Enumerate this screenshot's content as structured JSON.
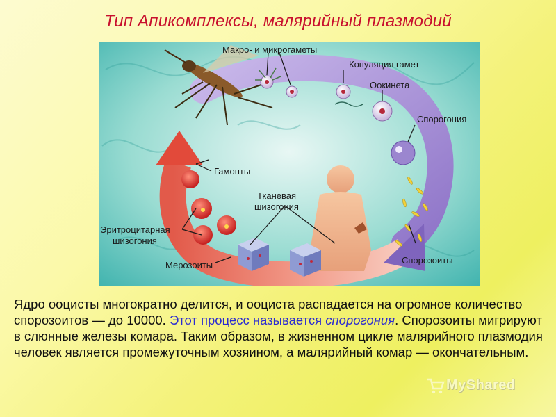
{
  "slide": {
    "title": "Тип Апикомплексы, малярийный плазмодий"
  },
  "figure": {
    "labels": {
      "gametes": "Макро- и микрогаметы",
      "copulation": "Копуляция гамет",
      "ookinete": "Оокинета",
      "sporogony": "Спорогония",
      "gamonts": "Гамонты",
      "tissue_1": "Тканевая",
      "tissue_2": "шизогония",
      "erythro_1": "Эритроцитарная",
      "erythro_2": "шизогония",
      "merozoites": "Мерозоиты",
      "sporozoites": "Спорозоиты"
    }
  },
  "body": {
    "part1": "Ядро ооцисты многократно делится, и ооциста распадается на огромное количество спорозоитов — до 10000. ",
    "highlight1": "Этот процесс называется ",
    "highlight2": "спорогония",
    "part2": ". Спорозоиты мигрируют в слюнные железы комара. Таким образом, в жизненном цикле малярийного плазмодия человек является промежуточным хозяином, а малярийный комар — окончательным."
  },
  "watermark": {
    "text": "MyShared",
    "icon": "cart-icon"
  }
}
